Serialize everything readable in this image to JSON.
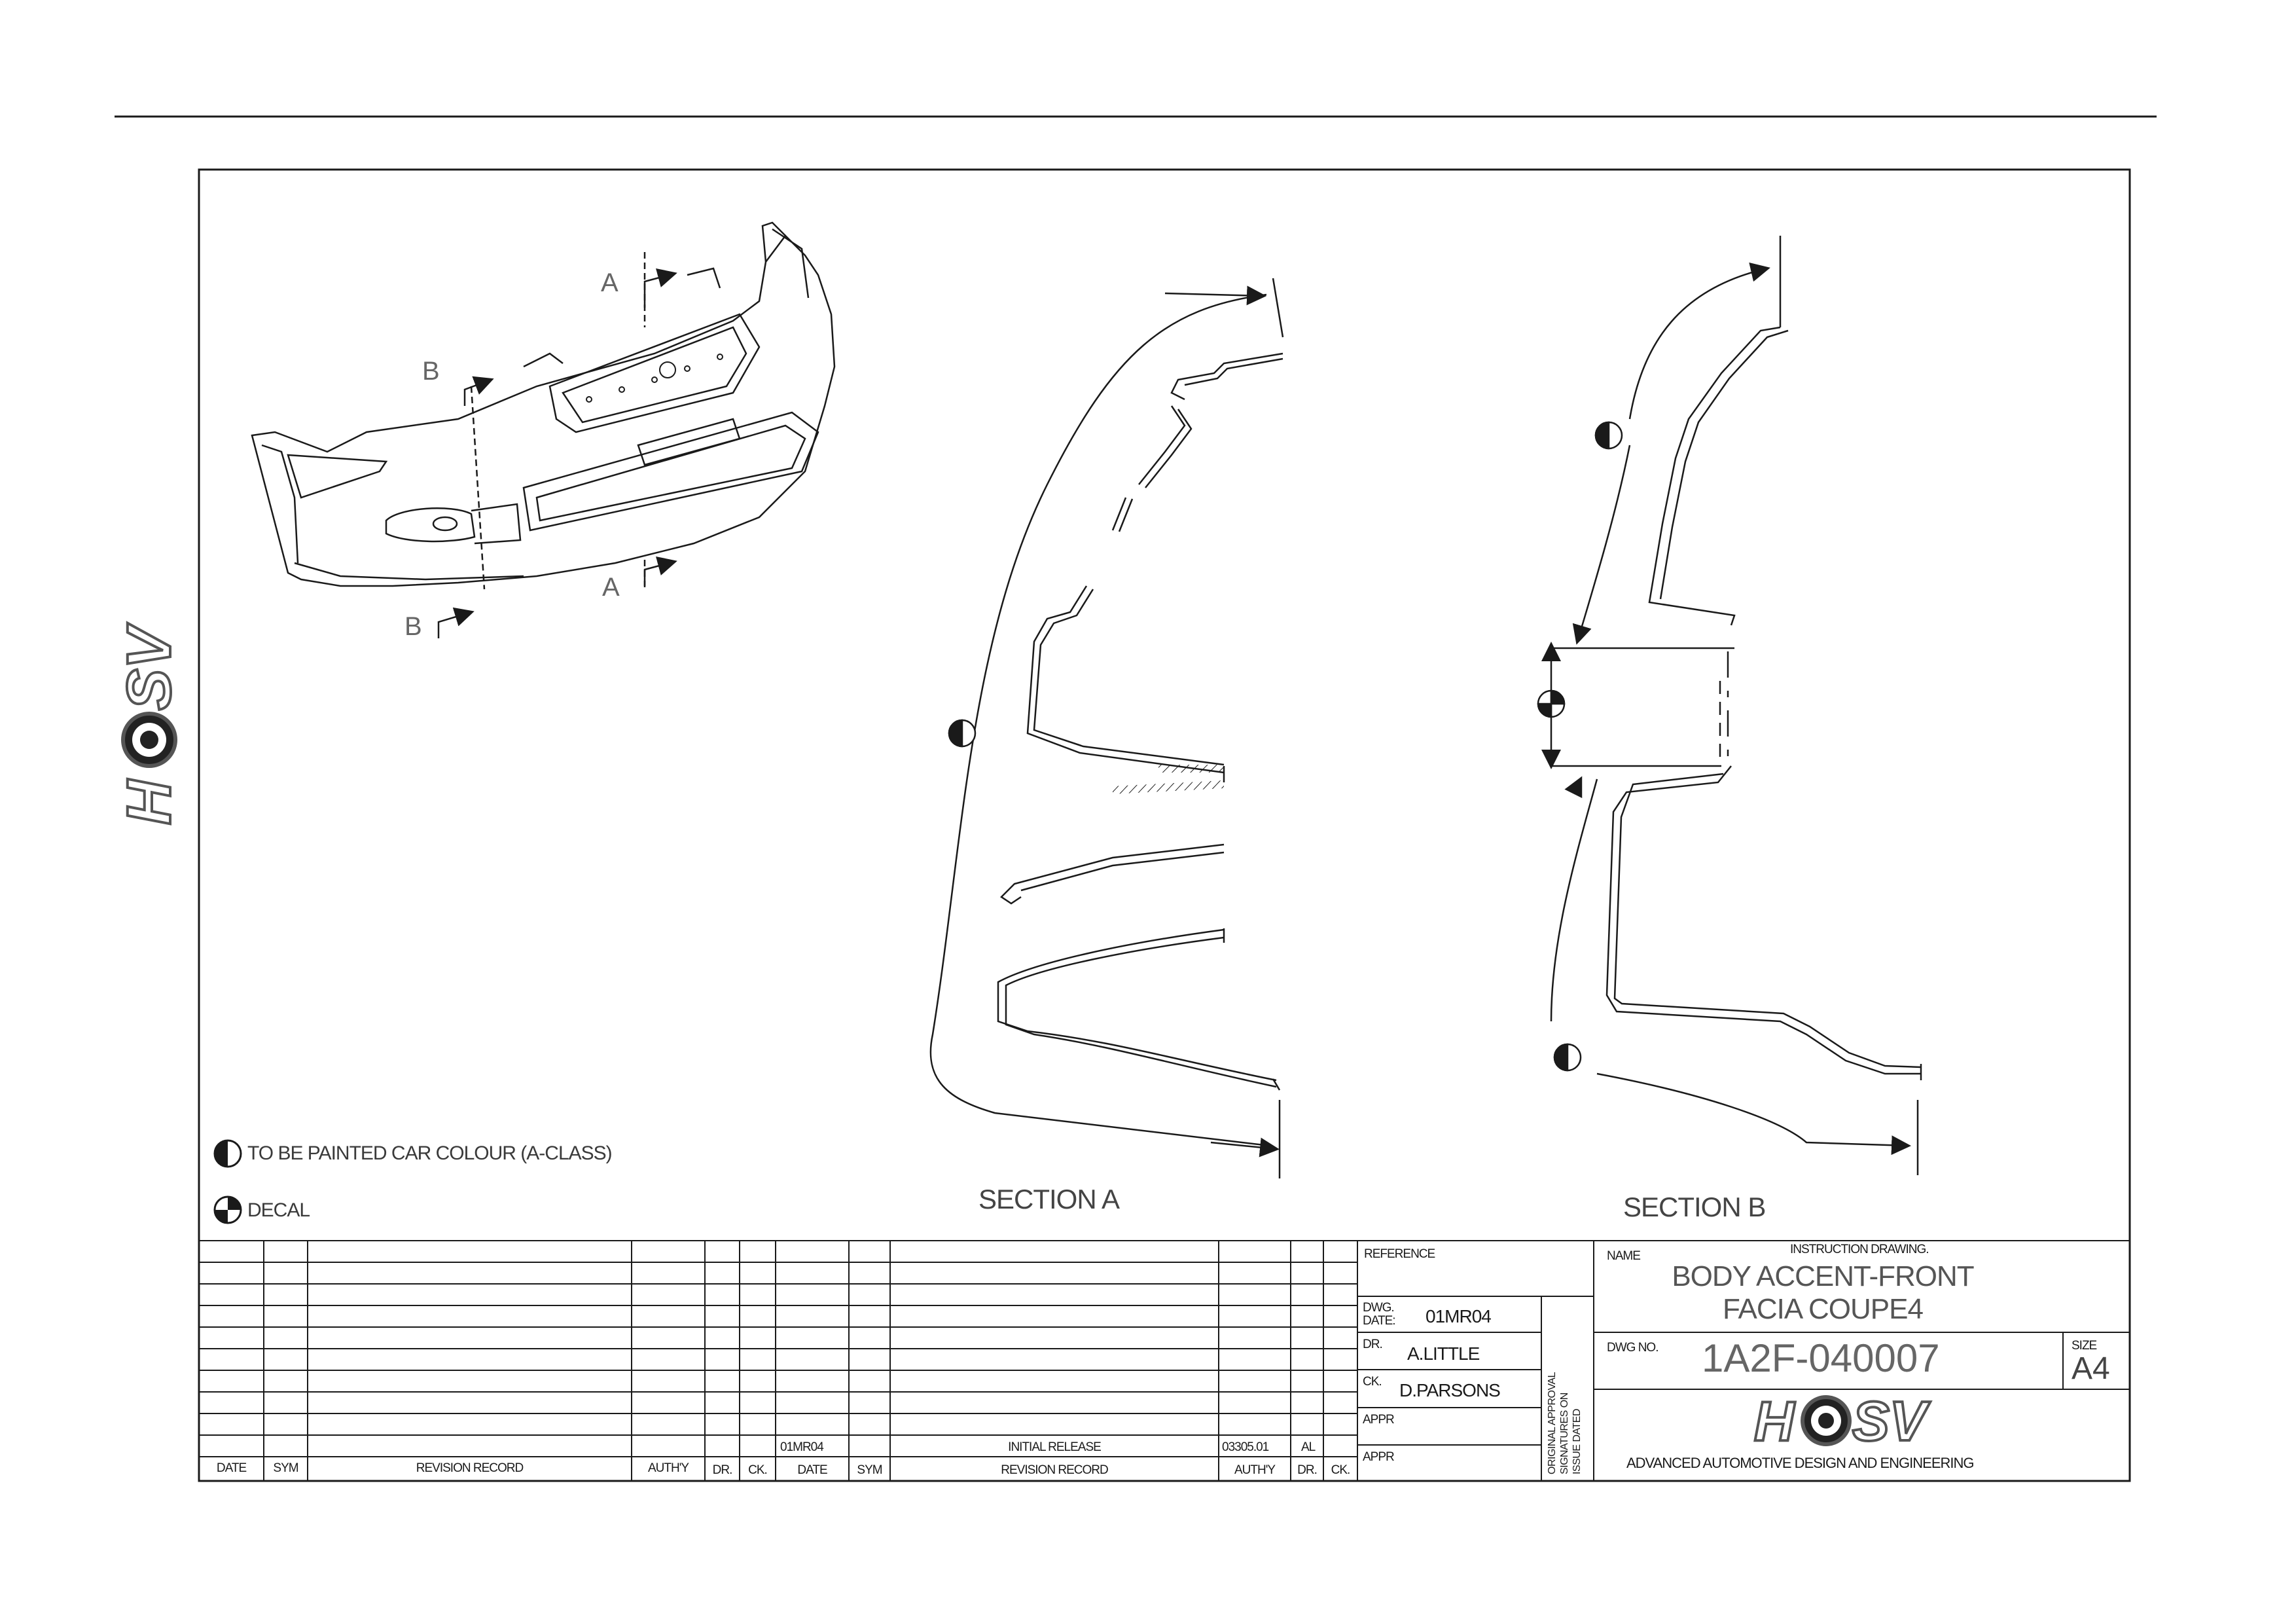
{
  "legend": {
    "painted": "TO BE PAINTED CAR COLOUR (A-CLASS)",
    "decal": "DECAL"
  },
  "view_labels": {
    "a": "A",
    "b": "B"
  },
  "sections": {
    "a_title": "SECTION A",
    "b_title": "SECTION B"
  },
  "revision_table": {
    "headers": [
      "DATE",
      "SYM",
      "REVISION RECORD",
      "AUTH'Y",
      "DR.",
      "CK."
    ],
    "headers_right": [
      "DATE",
      "SYM",
      "REVISION RECORD",
      "AUTH'Y",
      "DR.",
      "CK."
    ],
    "entry": {
      "date": "01MR04",
      "revision": "INITIAL RELEASE",
      "authy": "03305.01",
      "dr": "AL"
    }
  },
  "title_block": {
    "reference_label": "REFERENCE",
    "dwg_date_label_1": "DWG.",
    "dwg_date_label_2": "DATE:",
    "dwg_date": "01MR04",
    "dr_label": "DR.",
    "dr_name": "A.LITTLE",
    "ck_label": "CK.",
    "ck_name": "D.PARSONS",
    "appr_label_1": "APPR",
    "appr_label_2": "APPR",
    "approval_note_1": "ORIGINAL APPROVAL",
    "approval_note_2": "SIGNATURES ON",
    "approval_note_3": "ISSUE DATED",
    "name_label": "NAME",
    "instruction": "INSTRUCTION DRAWING.",
    "name_line_1": "BODY ACCENT-FRONT",
    "name_line_2": "FACIA COUPE4",
    "dwg_no_label": "DWG NO.",
    "dwg_no": "1A2F-040007",
    "size_label": "SIZE",
    "size": "A4",
    "company": "ADVANCED AUTOMOTIVE DESIGN AND ENGINEERING"
  },
  "colors": {
    "line": "#1a1a1a",
    "text": "#3a3a3a",
    "logo_grey": "#777777"
  },
  "icons": [
    "half-filled-circle-icon",
    "quartered-circle-icon",
    "hsv-logo-icon",
    "section-arrow-icon"
  ]
}
